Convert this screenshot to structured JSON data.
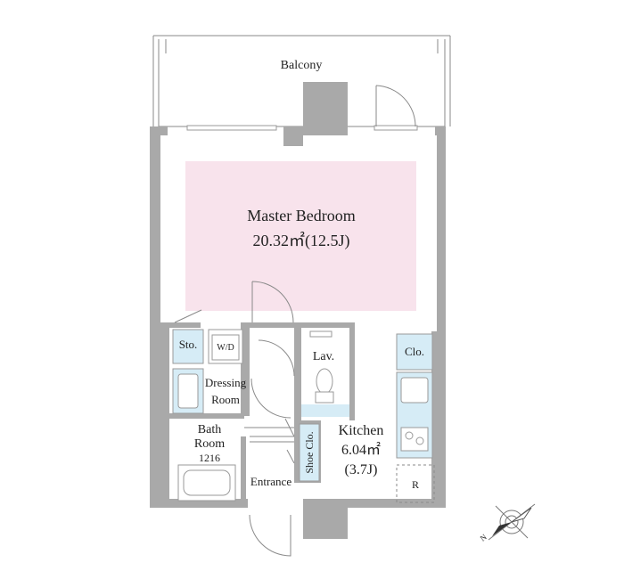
{
  "rooms": {
    "balcony": "Balcony",
    "master_bedroom": {
      "name": "Master Bedroom",
      "area": "20.32㎡(12.5J)"
    },
    "storage": "Sto.",
    "washer_dryer": "W/D",
    "lavatory": "Lav.",
    "closet": "Clo.",
    "dressing_room": {
      "line1": "Dressing",
      "line2": "Room"
    },
    "bath_room": {
      "line1": "Bath",
      "line2": "Room",
      "size": "1216"
    },
    "shoe_closet": "Shoe Clo.",
    "kitchen": {
      "name": "Kitchen",
      "area": "6.04㎡",
      "jo": "(3.7J)"
    },
    "refrigerator": "R",
    "entrance": "Entrance"
  },
  "compass": {
    "north": "N"
  },
  "colors": {
    "bedroom_fill": "#f8e3ec",
    "fixture_fill": "#d6ecf6",
    "wall": "#a9a9a9"
  }
}
